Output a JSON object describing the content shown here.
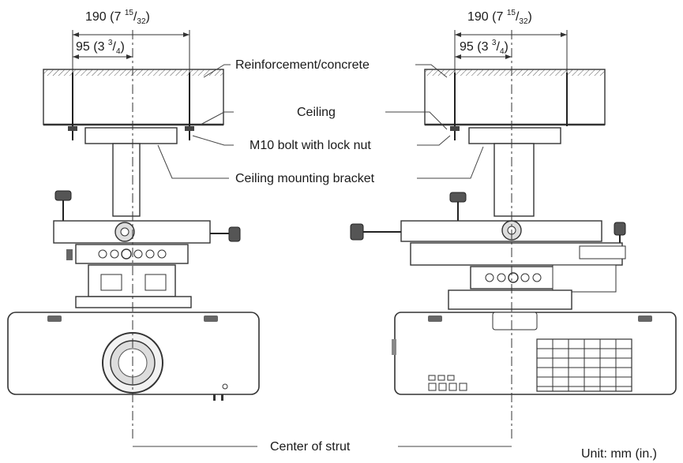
{
  "dimensions": {
    "left": {
      "outer": {
        "main": "190 (7 ",
        "sup": "15",
        "mid": "/",
        "sub": "32",
        "end": ")"
      },
      "inner": {
        "main": "95 (3 ",
        "sup": "3",
        "mid": "/",
        "sub": "4",
        "end": ")"
      }
    },
    "right": {
      "outer": {
        "main": "190 (7 ",
        "sup": "15",
        "mid": "/",
        "sub": "32",
        "end": ")"
      },
      "inner": {
        "main": "95 (3 ",
        "sup": "3",
        "mid": "/",
        "sub": "4",
        "end": ")"
      }
    }
  },
  "callouts": {
    "reinforcement": "Reinforcement/concrete",
    "ceiling": "Ceiling",
    "bolt": "M10 bolt with lock nut",
    "bracket": "Ceiling mounting bracket",
    "center": "Center of strut"
  },
  "unit": "Unit: mm (in.)"
}
